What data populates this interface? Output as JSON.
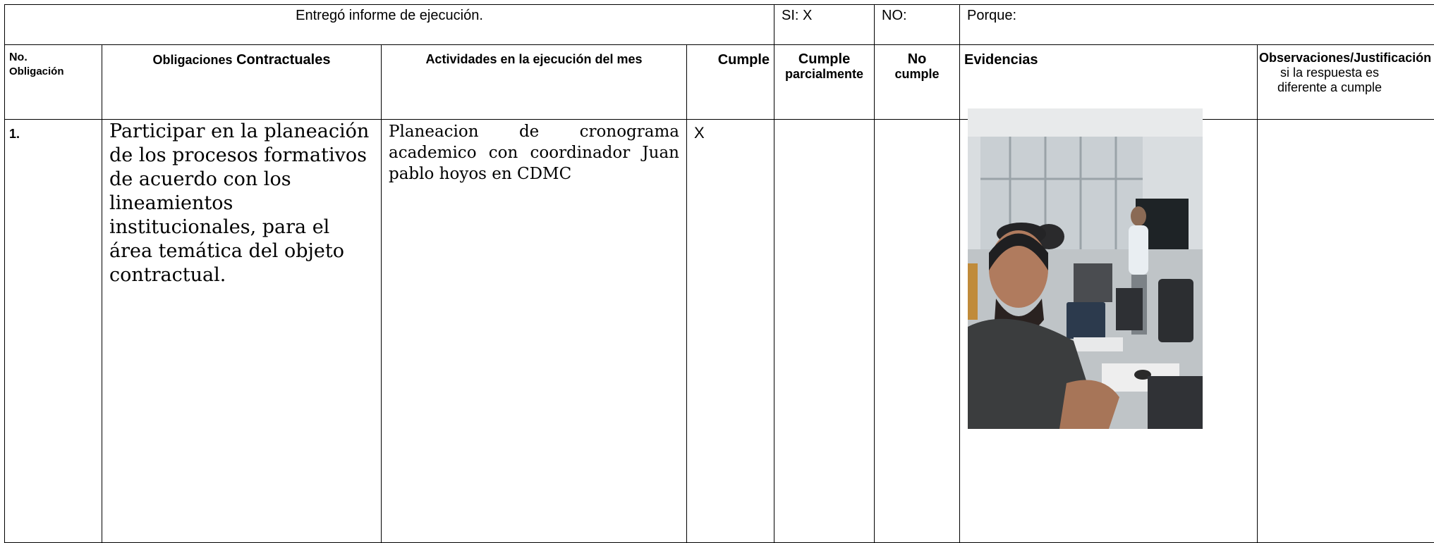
{
  "header": {
    "entrego": "Entregó informe de ejecución.",
    "si": "SI: X",
    "no": "NO:",
    "porque": "Porque:"
  },
  "columns": {
    "no_line1": "No.",
    "no_line2": "Obligación",
    "obligaciones_a": "Obligaciones",
    "obligaciones_b": "Contractuales",
    "actividades": "Actividades en la ejecución del mes",
    "cumple": "Cumple",
    "cumple_parcial_1": "Cumple",
    "cumple_parcial_2": "parcialmente",
    "no_cumple_1": "No",
    "no_cumple_2": "cumple",
    "evidencias": "Evidencias",
    "observaciones_bold": "Observaciones/Justificación",
    "observaciones_rest": " si la respuesta es diferente a cumple"
  },
  "rows": [
    {
      "number": "1.",
      "obligacion": "Participar en la planeación de los procesos formativos de acuerdo con los lineamientos institucionales, para el área temática del objeto contractual.",
      "actividad": "Planeacion de cronograma academico con coordinador Juan pablo hoyos en CDMC",
      "cumple": "X",
      "cumple_parcialmente": "",
      "no_cumple": "",
      "observaciones": ""
    }
  ],
  "colors": {
    "border": "#000000",
    "background": "#ffffff"
  }
}
